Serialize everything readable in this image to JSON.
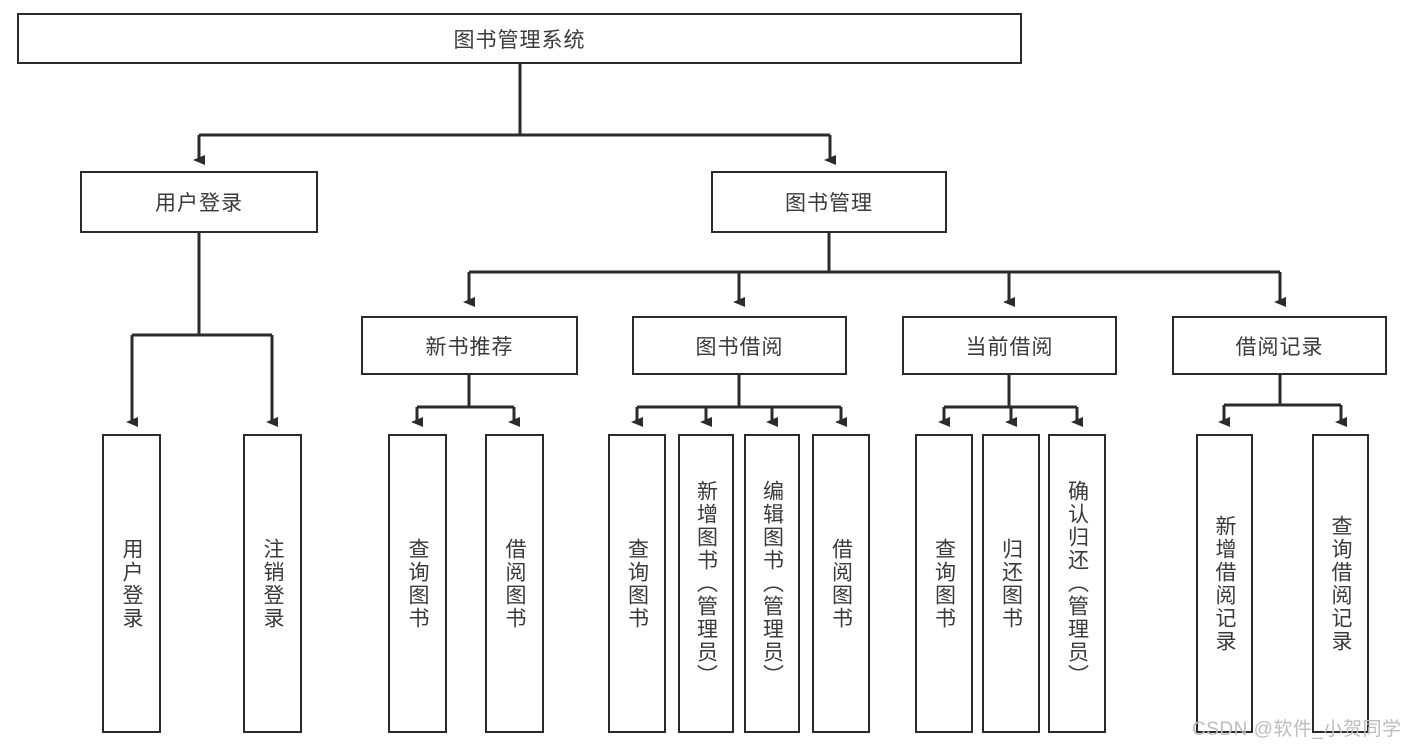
{
  "diagram": {
    "title": "图书管理系统",
    "type": "tree-hierarchy",
    "watermark": "CSDN @软件_小贺同学",
    "colors": {
      "border": "#2b2b2b",
      "text": "#3a3a3a",
      "background": "#ffffff",
      "watermark": "#bdbdbd"
    },
    "root": {
      "label": "图书管理系统"
    },
    "level1": [
      {
        "label": "用户登录"
      },
      {
        "label": "图书管理"
      }
    ],
    "level2": [
      {
        "label": "新书推荐"
      },
      {
        "label": "图书借阅"
      },
      {
        "label": "当前借阅"
      },
      {
        "label": "借阅记录"
      }
    ],
    "leaves": {
      "user_login": [
        {
          "label": "用户登录"
        },
        {
          "label": "注销登录"
        }
      ],
      "new_book": [
        {
          "label": "查询图书"
        },
        {
          "label": "借阅图书"
        }
      ],
      "book_borrow": [
        {
          "label": "查询图书"
        },
        {
          "label": "新增图书（管理员）"
        },
        {
          "label": "编辑图书（管理员）"
        },
        {
          "label": "借阅图书"
        }
      ],
      "current_borrow": [
        {
          "label": "查询图书"
        },
        {
          "label": "归还图书"
        },
        {
          "label": "确认归还（管理员）"
        }
      ],
      "borrow_record": [
        {
          "label": "新增借阅记录"
        },
        {
          "label": "查询借阅记录"
        }
      ]
    }
  }
}
